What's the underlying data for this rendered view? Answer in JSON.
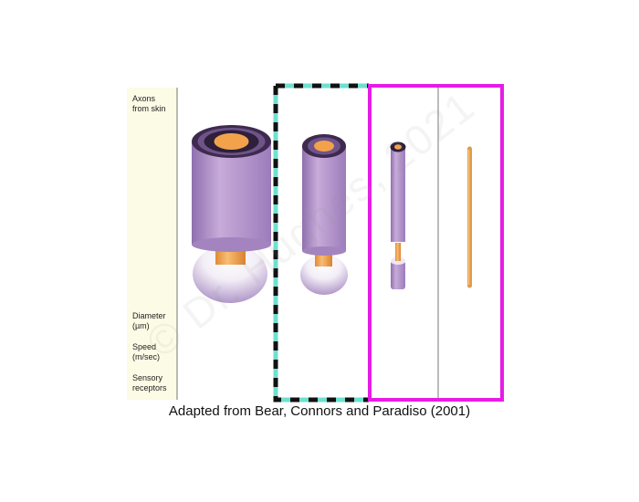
{
  "labels": {
    "axons": "Axons\nfrom skin",
    "diameter": "Diameter\n(µm)",
    "speed": "Speed\n(m/sec)",
    "receptors": "Sensory\nreceptors"
  },
  "caption": "Adapted from Bear, Connors and Paradiso (2001)",
  "watermark": "© Dr. Hughes, 2021",
  "colors": {
    "label_column": "#fbfbe6",
    "myelin": "#b08fc9",
    "myelin_dark": "#5a3f6e",
    "axon": "#f0a552",
    "axon_dark": "#b56a1f",
    "teal_dash": "#6fe0d0",
    "black_dash": "#111111",
    "magenta_box": "#e61ce6"
  }
}
